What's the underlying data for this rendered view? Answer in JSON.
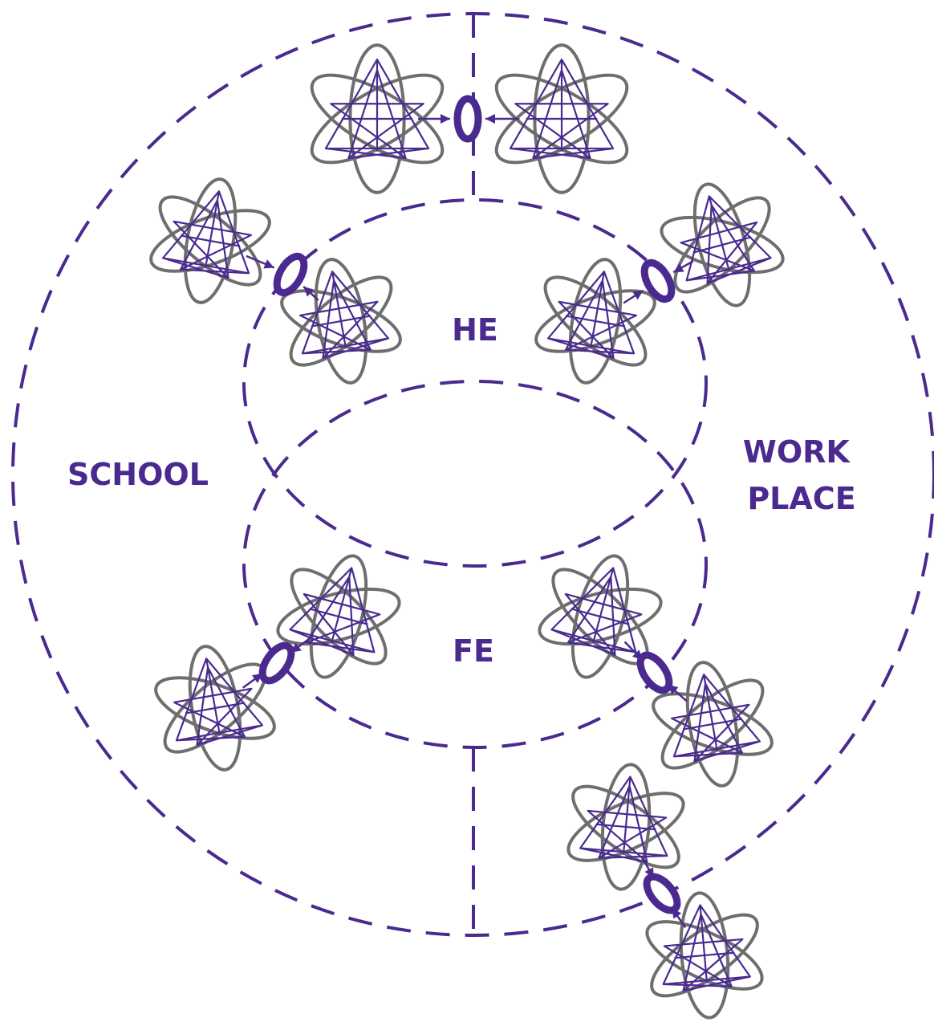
{
  "colors": {
    "purple": "#4a2a8f",
    "gray": "#6e6e6e"
  },
  "labels": {
    "school": "SCHOOL",
    "he": "HE",
    "fe": "FE",
    "work_1": "WORK",
    "work_2": "PLACE"
  },
  "links": [
    {
      "name": "school-workplace-link"
    },
    {
      "name": "school-he-link"
    },
    {
      "name": "he-workplace-link"
    },
    {
      "name": "school-fe-link"
    },
    {
      "name": "fe-workplace-link"
    },
    {
      "name": "workplace-external-link"
    }
  ]
}
